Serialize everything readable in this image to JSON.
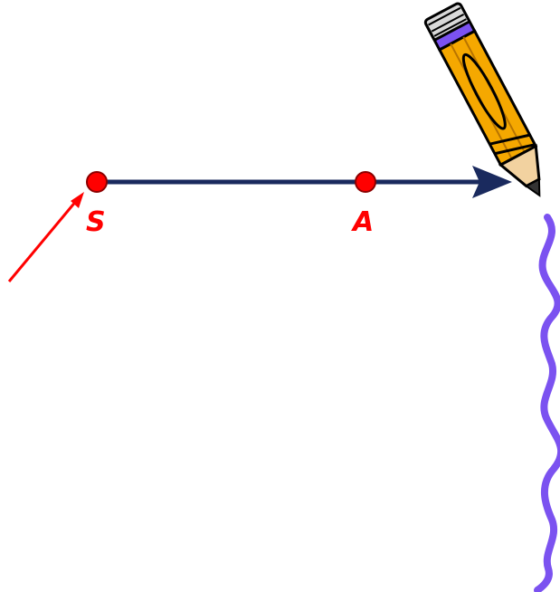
{
  "colors": {
    "background": "#ffffff",
    "ray": "#1a2a5e",
    "point_fill": "#ff0000",
    "point_stroke": "#8b0000",
    "label": "#ff0000",
    "pointer_arrow": "#ff0000",
    "squiggle": "#7b52f0",
    "pencil_body": "#f5a800",
    "pencil_outline": "#000000"
  },
  "diagram": {
    "points": [
      {
        "id": "S",
        "label": "S"
      },
      {
        "id": "A",
        "label": "A"
      }
    ],
    "ray": {
      "from": "S",
      "through": "A",
      "arrowhead": true
    },
    "pointer": {
      "target": "S"
    },
    "icons": [
      "pencil-icon",
      "squiggle-line"
    ]
  }
}
